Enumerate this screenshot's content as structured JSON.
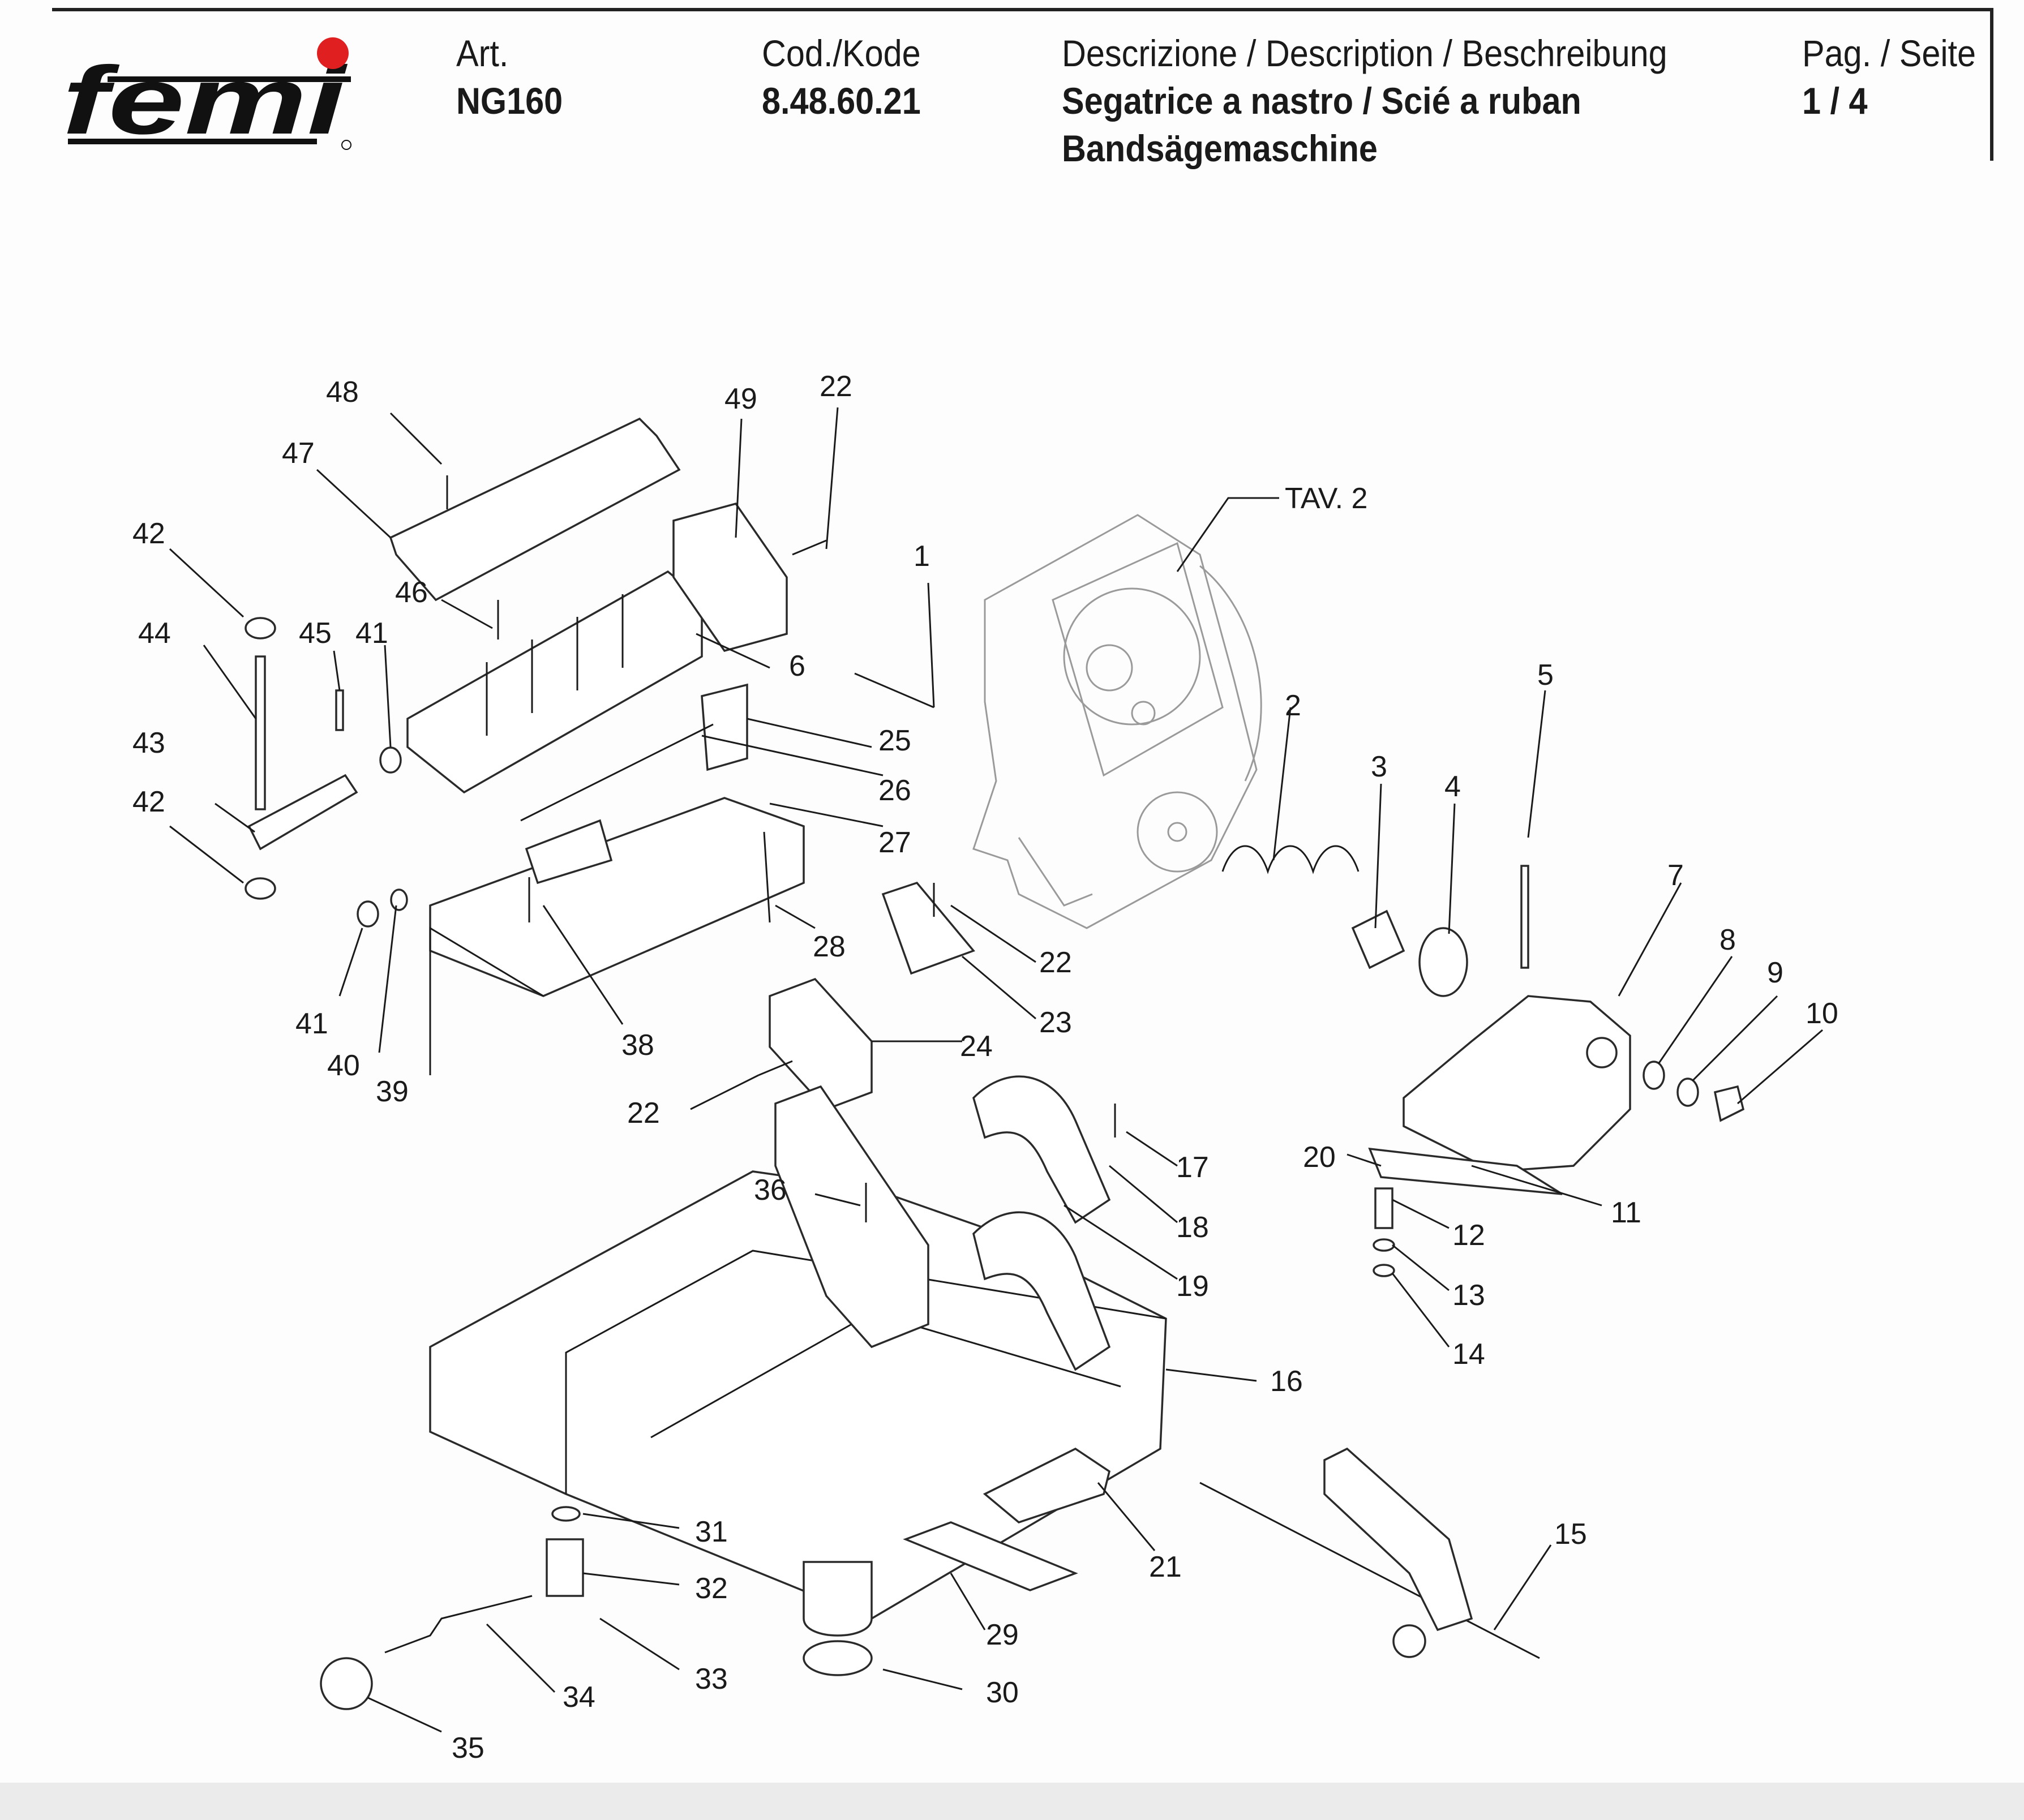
{
  "header": {
    "brand": "femi",
    "art_label": "Art.",
    "art_value": "NG160",
    "code_label": "Cod./Kode",
    "code_value": "8.48.60.21",
    "desc_label": "Descrizione / Description / Beschreibung",
    "desc_line1": "Segatrice a nastro / Scié a ruban",
    "desc_line2": "Bandsägemaschine",
    "page_label": "Pag. / Seite",
    "page_value": "1 / 4"
  },
  "colors": {
    "logo_dot": "#e02020",
    "ink": "#1a1a1a"
  },
  "diagram": {
    "reference": "TAV. 2",
    "callouts": [
      "1",
      "2",
      "3",
      "4",
      "5",
      "6",
      "7",
      "8",
      "9",
      "10",
      "11",
      "12",
      "13",
      "14",
      "15",
      "16",
      "17",
      "18",
      "19",
      "20",
      "21",
      "22",
      "22",
      "22",
      "22",
      "23",
      "24",
      "25",
      "26",
      "27",
      "28",
      "29",
      "30",
      "31",
      "32",
      "33",
      "34",
      "35",
      "36",
      "38",
      "39",
      "40",
      "41",
      "41",
      "42",
      "42",
      "43",
      "44",
      "45",
      "46",
      "47",
      "48",
      "49"
    ]
  }
}
